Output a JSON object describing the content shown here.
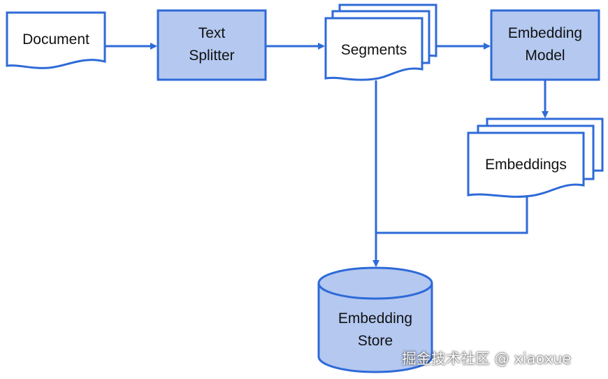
{
  "colors": {
    "stroke": "#2e6ad8",
    "fill_process": "#b4c8f0",
    "fill_doc": "#ffffff",
    "fill_store": "#b4c8f0"
  },
  "nodes": {
    "document": {
      "label": "Document"
    },
    "text_splitter": {
      "line1": "Text",
      "line2": "Splitter"
    },
    "segments": {
      "label": "Segments"
    },
    "embedding_model": {
      "line1": "Embedding",
      "line2": "Model"
    },
    "embeddings": {
      "label": "Embeddings"
    },
    "embedding_store": {
      "line1": "Embedding",
      "line2": "Store"
    }
  },
  "watermark": "掘金技术社区 @ xiaoxue"
}
